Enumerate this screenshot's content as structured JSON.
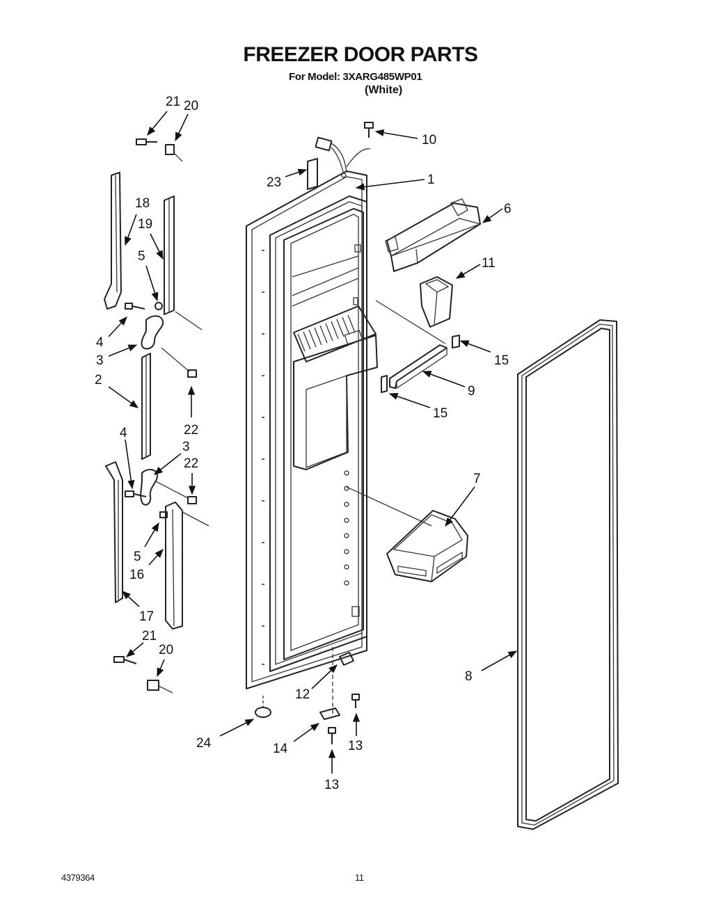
{
  "header": {
    "title": "FREEZER DOOR PARTS",
    "model_line": "For Model: 3XARG485WP01",
    "color_line": "(White)"
  },
  "footer": {
    "doc_number": "4379364",
    "page_number": "11"
  },
  "callouts": [
    {
      "id": "c21a",
      "label": "21"
    },
    {
      "id": "c20a",
      "label": "20"
    },
    {
      "id": "c10",
      "label": "10"
    },
    {
      "id": "c23",
      "label": "23"
    },
    {
      "id": "c1",
      "label": "1"
    },
    {
      "id": "c18",
      "label": "18"
    },
    {
      "id": "c19",
      "label": "19"
    },
    {
      "id": "c6",
      "label": "6"
    },
    {
      "id": "c5a",
      "label": "5"
    },
    {
      "id": "c11",
      "label": "11"
    },
    {
      "id": "c4a",
      "label": "4"
    },
    {
      "id": "c3a",
      "label": "3"
    },
    {
      "id": "c15a",
      "label": "15"
    },
    {
      "id": "c2",
      "label": "2"
    },
    {
      "id": "c9",
      "label": "9"
    },
    {
      "id": "c15b",
      "label": "15"
    },
    {
      "id": "c22a",
      "label": "22"
    },
    {
      "id": "c4b",
      "label": "4"
    },
    {
      "id": "c3b",
      "label": "3"
    },
    {
      "id": "c22b",
      "label": "22"
    },
    {
      "id": "c7",
      "label": "7"
    },
    {
      "id": "c5b",
      "label": "5"
    },
    {
      "id": "c16",
      "label": "16"
    },
    {
      "id": "c17",
      "label": "17"
    },
    {
      "id": "c21b",
      "label": "21"
    },
    {
      "id": "c20b",
      "label": "20"
    },
    {
      "id": "c8",
      "label": "8"
    },
    {
      "id": "c12",
      "label": "12"
    },
    {
      "id": "c24",
      "label": "24"
    },
    {
      "id": "c14",
      "label": "14"
    },
    {
      "id": "c13a",
      "label": "13"
    },
    {
      "id": "c13b",
      "label": "13"
    }
  ]
}
